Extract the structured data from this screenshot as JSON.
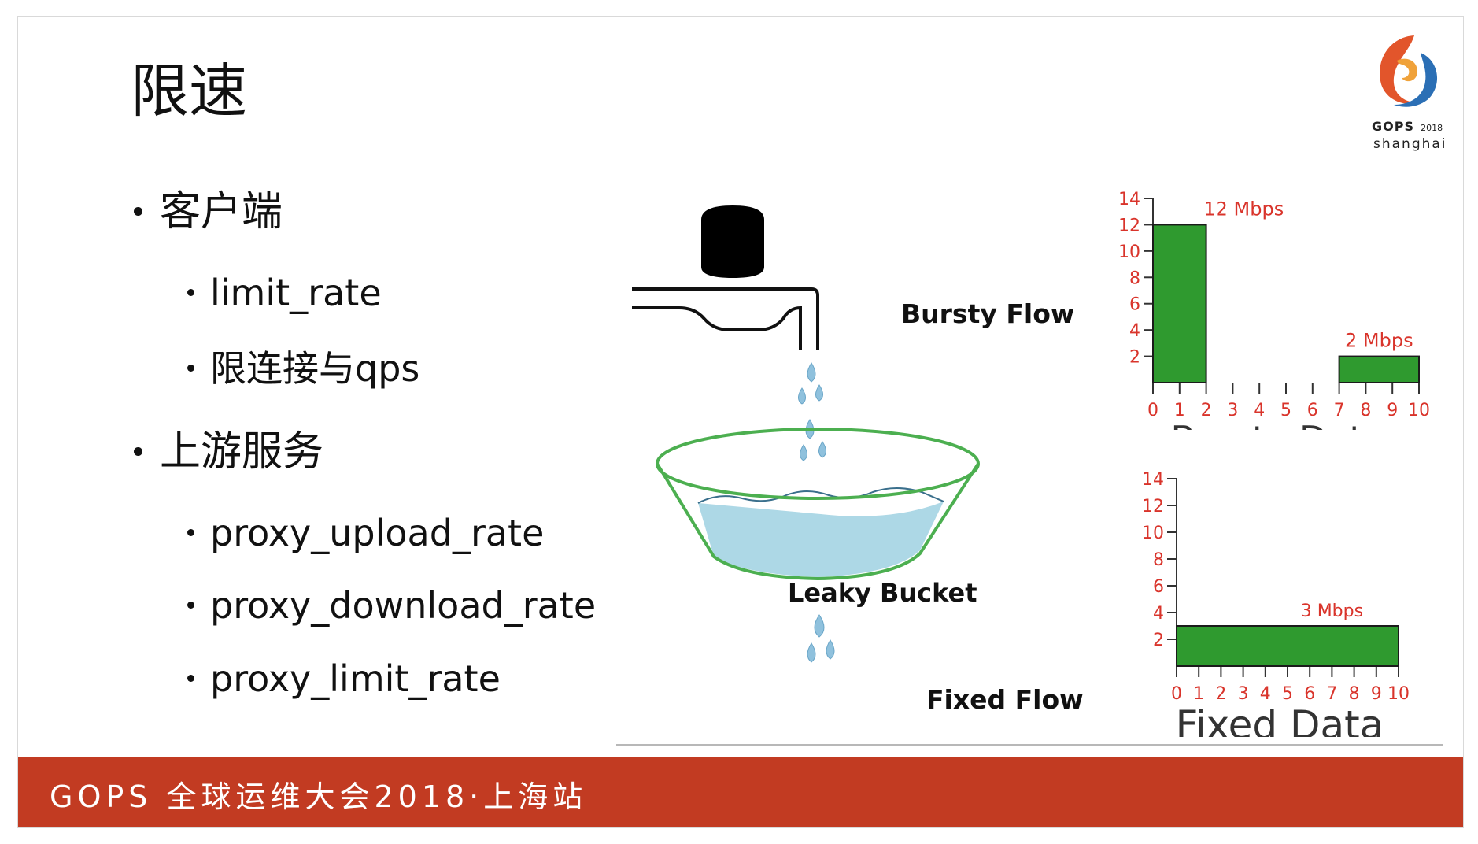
{
  "slide": {
    "title": "限速",
    "bullets": [
      {
        "label": "客户端",
        "children": [
          "limit_rate",
          "限连接与qps"
        ]
      },
      {
        "label": "上游服务",
        "children": [
          "proxy_upload_rate",
          "proxy_download_rate",
          "proxy_limit_rate"
        ]
      }
    ],
    "footer": "GOPS 全球运维大会2018·上海站",
    "logo": {
      "name": "GOPS",
      "year": "2018",
      "city": "shanghai"
    }
  },
  "diagram": {
    "bursty_flow_label": "Bursty Flow",
    "leaky_bucket_label": "Leaky Bucket",
    "fixed_flow_label": "Fixed Flow",
    "colors": {
      "bucket": "#4caf50",
      "water": "#add8e6",
      "drop": "#8fc1dd"
    }
  },
  "chart_data": [
    {
      "type": "bar",
      "title": "Bursty Data",
      "x_ticks": [
        0,
        1,
        2,
        3,
        4,
        5,
        6,
        7,
        8,
        9,
        10
      ],
      "y_ticks": [
        2,
        4,
        6,
        8,
        10,
        12,
        14
      ],
      "xlim": [
        0,
        10
      ],
      "ylim": [
        0,
        14
      ],
      "bars": [
        {
          "x_start": 0,
          "x_end": 2,
          "value": 12,
          "label": "12 Mbps"
        },
        {
          "x_start": 7,
          "x_end": 10,
          "value": 2,
          "label": "2 Mbps"
        }
      ],
      "bar_color": "#2f9a2f",
      "label_color": "#d9342b"
    },
    {
      "type": "bar",
      "title": "Fixed Data",
      "x_ticks": [
        0,
        1,
        2,
        3,
        4,
        5,
        6,
        7,
        8,
        9,
        10
      ],
      "y_ticks": [
        2,
        4,
        6,
        8,
        10,
        12,
        14
      ],
      "xlim": [
        0,
        10
      ],
      "ylim": [
        0,
        14
      ],
      "bars": [
        {
          "x_start": 0,
          "x_end": 10,
          "value": 3,
          "label": "3 Mbps"
        }
      ],
      "bar_color": "#2f9a2f",
      "label_color": "#d9342b"
    }
  ]
}
